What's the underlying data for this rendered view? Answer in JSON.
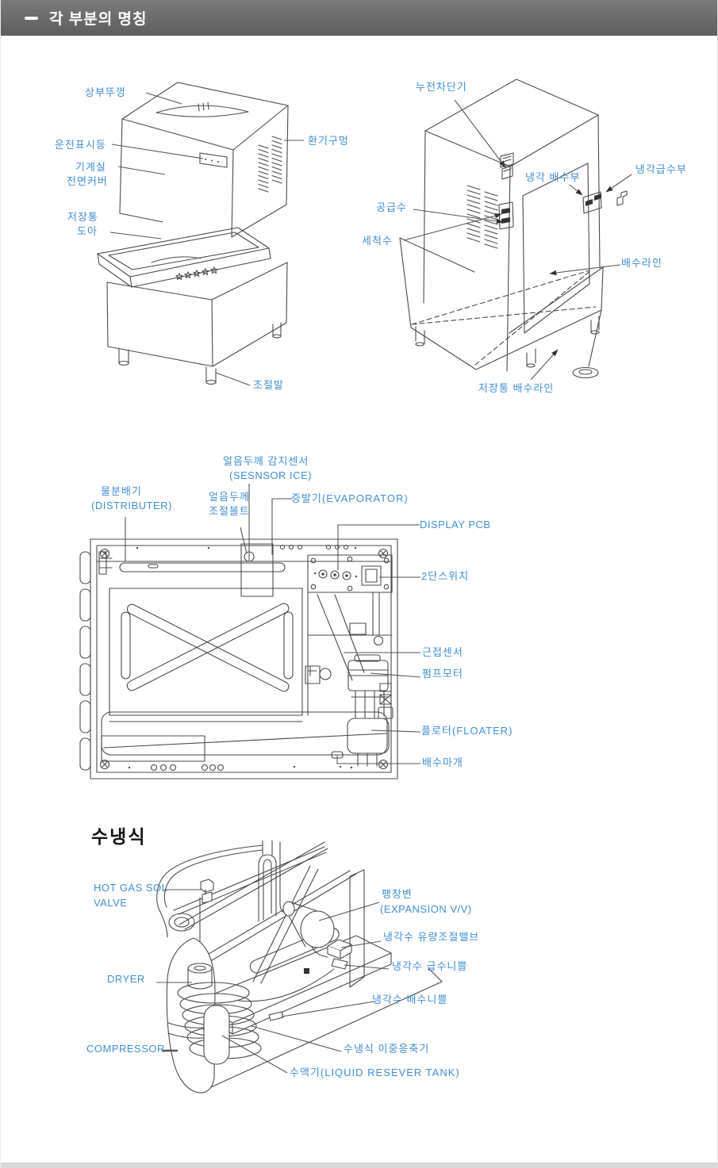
{
  "header": {
    "title": "각 부분의 명칭"
  },
  "colors": {
    "label_blue": "#3F90D4",
    "line_gray": "#4A4A4A",
    "header_gray": "#6A6A6A"
  },
  "front_view": {
    "labels": {
      "top_cover": "상부뚜껑",
      "indicator_lamp": "운전표시등",
      "machine_room_line1": "기계실",
      "machine_room_line2": "전면커버",
      "bin_door_line1": "저장통",
      "bin_door_line2": "도아",
      "vent_hole": "환기구멍",
      "adjust_foot": "조절발"
    }
  },
  "rear_view": {
    "labels": {
      "breaker": "누전차단기",
      "cooling_drain": "냉각 배수부",
      "cooling_supply": "냉각급수부",
      "supply_water": "공급수",
      "wash_water": "세척수",
      "drain_line": "배수라인",
      "bin_drain_line": "저장통 배수라인"
    }
  },
  "internal_view": {
    "labels": {
      "ice_sensor_line1": "얼음두께 감지센서",
      "ice_sensor_line2": "(SESNSOR ICE)",
      "distributor_line1": "물분배기",
      "distributor_line2": "(DISTRIBUTER)",
      "adjust_bolt_line1": "얼음두께",
      "adjust_bolt_line2": "조절볼트",
      "evaporator": "증발기(EVAPORATOR)",
      "display_pcb": "DISPLAY PCB",
      "two_stage_switch": "2단스위치",
      "proximity_sensor": "근접센서",
      "pump_motor": "펌프모터",
      "floater": "플로터(FLOATER)",
      "drain_plug": "배수마개"
    }
  },
  "water_cooled": {
    "title": "수냉식",
    "labels": {
      "hot_gas_line1": "HOT GAS SOL",
      "hot_gas_line2": "VALVE",
      "dryer": "DRYER",
      "compressor": "COMPRESSOR",
      "expansion_line1": "팽창변",
      "expansion_line2": "(EXPANSION V/V)",
      "flow_valve": "냉각수 유량조절밸브",
      "supply_nipple": "냉각수 급수니쁠",
      "drain_nipple": "냉각수 배수니쁠",
      "double_condenser": "수냉식 이중응축기",
      "receiver_tank": "수액기(LIQUID RESEVER TANK)"
    }
  }
}
